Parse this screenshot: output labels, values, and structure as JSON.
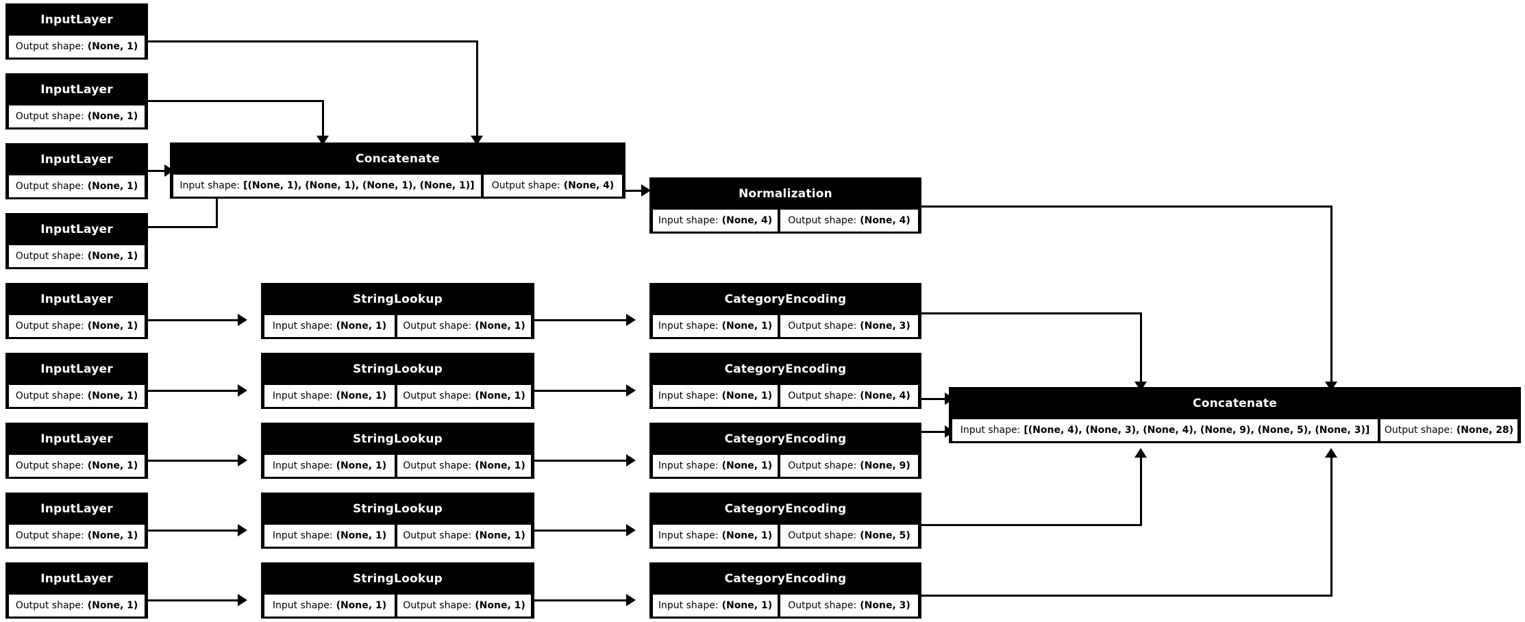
{
  "diagram": {
    "type": "keras-model-graph",
    "background": "#ffffff",
    "node_fill": "#000000",
    "node_text": "#ffffff",
    "cell_fill": "#ffffff",
    "cell_text": "#000000",
    "labels": {
      "input_shape": "Input shape:",
      "output_shape": "Output shape:"
    },
    "nodes": [
      {
        "id": "num_input_1",
        "type": "InputLayer",
        "title": "InputLayer",
        "output_shape": "(None, 1)"
      },
      {
        "id": "num_input_2",
        "type": "InputLayer",
        "title": "InputLayer",
        "output_shape": "(None, 1)"
      },
      {
        "id": "num_input_3",
        "type": "InputLayer",
        "title": "InputLayer",
        "output_shape": "(None, 1)"
      },
      {
        "id": "num_input_4",
        "type": "InputLayer",
        "title": "InputLayer",
        "output_shape": "(None, 1)"
      },
      {
        "id": "concat_numeric",
        "type": "Concatenate",
        "title": "Concatenate",
        "input_shape": "[(None, 1), (None, 1), (None, 1), (None, 1)]",
        "output_shape": "(None, 4)"
      },
      {
        "id": "normalization",
        "type": "Normalization",
        "title": "Normalization",
        "input_shape": "(None, 4)",
        "output_shape": "(None, 4)"
      },
      {
        "id": "cat_input_1",
        "type": "InputLayer",
        "title": "InputLayer",
        "output_shape": "(None, 1)"
      },
      {
        "id": "cat_input_2",
        "type": "InputLayer",
        "title": "InputLayer",
        "output_shape": "(None, 1)"
      },
      {
        "id": "cat_input_3",
        "type": "InputLayer",
        "title": "InputLayer",
        "output_shape": "(None, 1)"
      },
      {
        "id": "cat_input_4",
        "type": "InputLayer",
        "title": "InputLayer",
        "output_shape": "(None, 1)"
      },
      {
        "id": "cat_input_5",
        "type": "InputLayer",
        "title": "InputLayer",
        "output_shape": "(None, 1)"
      },
      {
        "id": "lookup_1",
        "type": "StringLookup",
        "title": "StringLookup",
        "input_shape": "(None, 1)",
        "output_shape": "(None, 1)"
      },
      {
        "id": "lookup_2",
        "type": "StringLookup",
        "title": "StringLookup",
        "input_shape": "(None, 1)",
        "output_shape": "(None, 1)"
      },
      {
        "id": "lookup_3",
        "type": "StringLookup",
        "title": "StringLookup",
        "input_shape": "(None, 1)",
        "output_shape": "(None, 1)"
      },
      {
        "id": "lookup_4",
        "type": "StringLookup",
        "title": "StringLookup",
        "input_shape": "(None, 1)",
        "output_shape": "(None, 1)"
      },
      {
        "id": "lookup_5",
        "type": "StringLookup",
        "title": "StringLookup",
        "input_shape": "(None, 1)",
        "output_shape": "(None, 1)"
      },
      {
        "id": "encoding_1",
        "type": "CategoryEncoding",
        "title": "CategoryEncoding",
        "input_shape": "(None, 1)",
        "output_shape": "(None, 3)"
      },
      {
        "id": "encoding_2",
        "type": "CategoryEncoding",
        "title": "CategoryEncoding",
        "input_shape": "(None, 1)",
        "output_shape": "(None, 4)"
      },
      {
        "id": "encoding_3",
        "type": "CategoryEncoding",
        "title": "CategoryEncoding",
        "input_shape": "(None, 1)",
        "output_shape": "(None, 9)"
      },
      {
        "id": "encoding_4",
        "type": "CategoryEncoding",
        "title": "CategoryEncoding",
        "input_shape": "(None, 1)",
        "output_shape": "(None, 5)"
      },
      {
        "id": "encoding_5",
        "type": "CategoryEncoding",
        "title": "CategoryEncoding",
        "input_shape": "(None, 1)",
        "output_shape": "(None, 3)"
      },
      {
        "id": "concat_final",
        "type": "Concatenate",
        "title": "Concatenate",
        "input_shape": "[(None, 4), (None, 3), (None, 4), (None, 9), (None, 5), (None, 3)]",
        "output_shape": "(None, 28)"
      }
    ],
    "edges": [
      {
        "from": "num_input_1",
        "to": "concat_numeric"
      },
      {
        "from": "num_input_2",
        "to": "concat_numeric"
      },
      {
        "from": "num_input_3",
        "to": "concat_numeric"
      },
      {
        "from": "num_input_4",
        "to": "concat_numeric"
      },
      {
        "from": "concat_numeric",
        "to": "normalization"
      },
      {
        "from": "normalization",
        "to": "concat_final"
      },
      {
        "from": "cat_input_1",
        "to": "lookup_1"
      },
      {
        "from": "cat_input_2",
        "to": "lookup_2"
      },
      {
        "from": "cat_input_3",
        "to": "lookup_3"
      },
      {
        "from": "cat_input_4",
        "to": "lookup_4"
      },
      {
        "from": "cat_input_5",
        "to": "lookup_5"
      },
      {
        "from": "lookup_1",
        "to": "encoding_1"
      },
      {
        "from": "lookup_2",
        "to": "encoding_2"
      },
      {
        "from": "lookup_3",
        "to": "encoding_3"
      },
      {
        "from": "lookup_4",
        "to": "encoding_4"
      },
      {
        "from": "lookup_5",
        "to": "encoding_5"
      },
      {
        "from": "encoding_1",
        "to": "concat_final"
      },
      {
        "from": "encoding_2",
        "to": "concat_final"
      },
      {
        "from": "encoding_3",
        "to": "concat_final"
      },
      {
        "from": "encoding_4",
        "to": "concat_final"
      },
      {
        "from": "encoding_5",
        "to": "concat_final"
      }
    ]
  }
}
